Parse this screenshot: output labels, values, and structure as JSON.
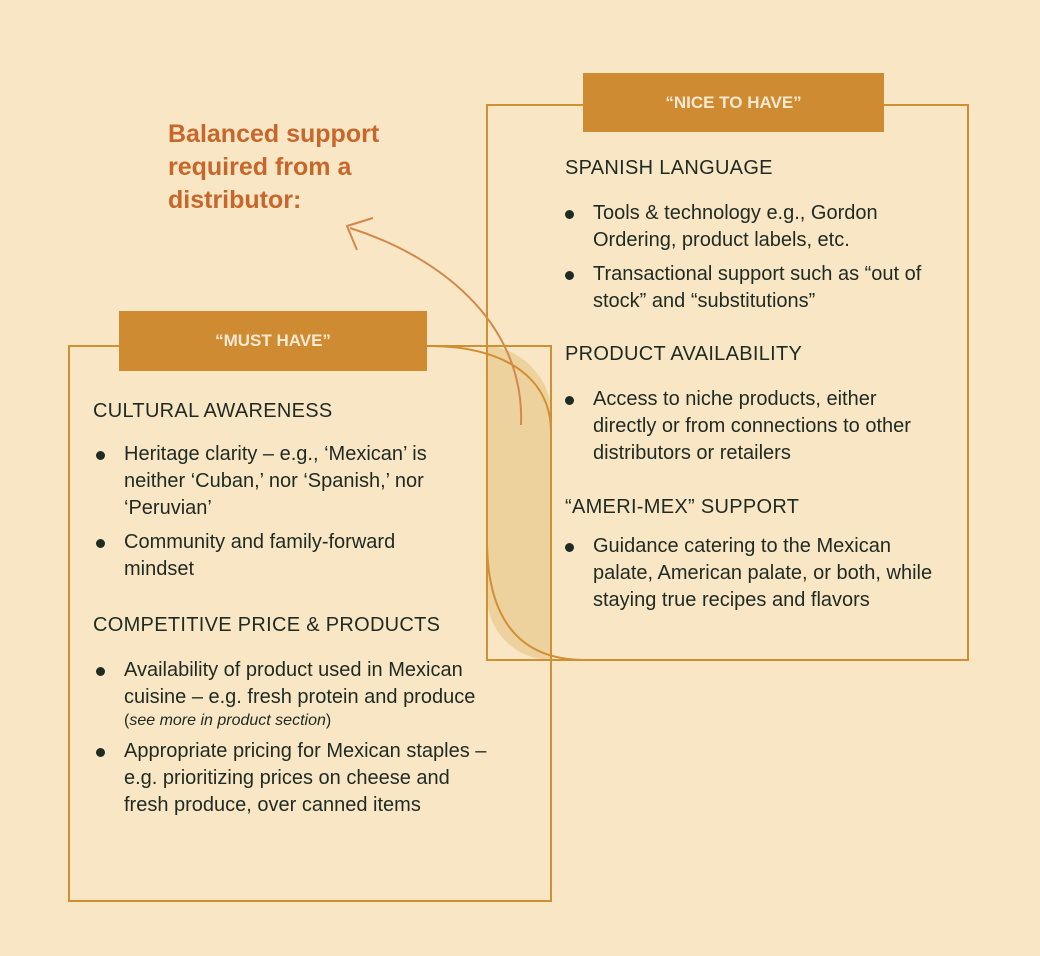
{
  "heading": "Balanced support required from a distributor:",
  "nice_to_have": {
    "tag": "“NICE TO HAVE”",
    "sections": [
      {
        "title": "SPANISH LANGUAGE",
        "bullets": [
          "Tools & technology  e.g., Gordon Ordering, product labels, etc.",
          "Transactional support such as “out of stock” and “substitutions”"
        ]
      },
      {
        "title": "PRODUCT AVAILABILITY",
        "bullets": [
          "Access to niche products, either directly or from connections to other distributors or retailers"
        ]
      },
      {
        "title": "“AMERI-MEX” SUPPORT",
        "bullets": [
          "Guidance catering to the Mexican palate, American palate, or both, while staying true recipes and flavors"
        ]
      }
    ]
  },
  "must_have": {
    "tag": "“MUST HAVE”",
    "sections": [
      {
        "title": "CULTURAL AWARENESS",
        "bullets": [
          "Heritage clarity – e.g., ‘Mexican’ is neither ‘Cuban,’ nor ‘Spanish,’ nor ‘Peruvian’",
          "Community and family-forward mindset"
        ]
      },
      {
        "title": "COMPETITIVE PRICE & PRODUCTS",
        "bullets": [
          "Availability of product used in Mexican cuisine – e.g. fresh protein and produce",
          "Appropriate pricing for Mexican staples – e.g. prioritizing prices on cheese and fresh produce, over canned items"
        ],
        "note_open": "(",
        "note_text": "see more in product section",
        "note_close": ")"
      }
    ]
  },
  "colors": {
    "background": "#f8e6c5",
    "accent_orange": "#c7672c",
    "tag_fill": "#cf8b32",
    "border": "#d08f33",
    "overlap_fill": "#edd29e",
    "text": "#1f2a22"
  }
}
